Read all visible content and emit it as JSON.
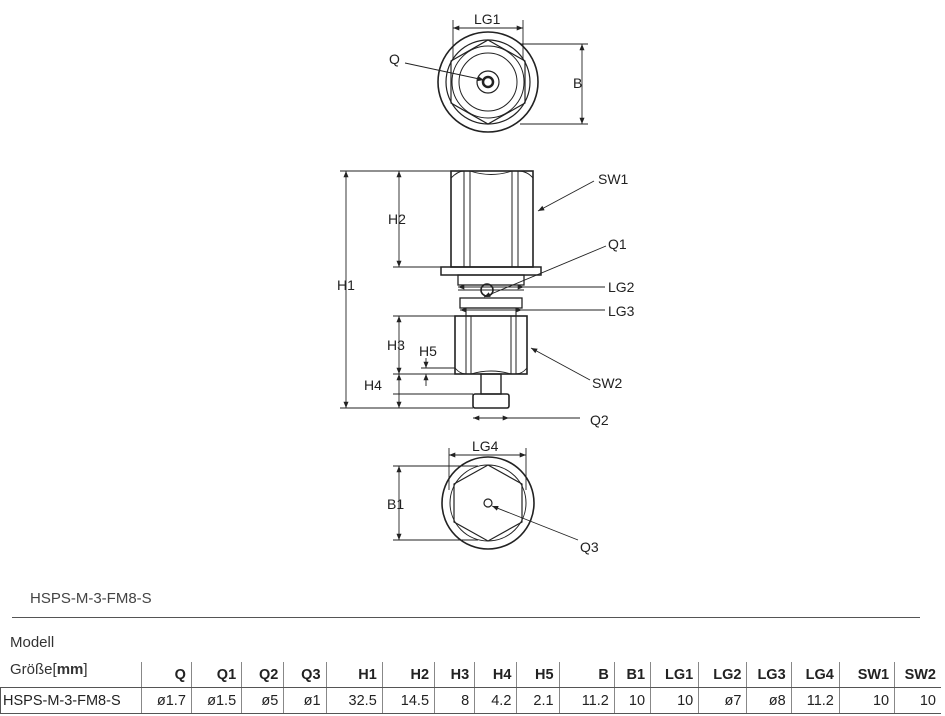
{
  "drawing": {
    "labels": {
      "lg1": "LG1",
      "q": "Q",
      "b": "B",
      "sw1": "SW1",
      "h2": "H2",
      "q1": "Q1",
      "h1": "H1",
      "lg2": "LG2",
      "lg3": "LG3",
      "h3": "H3",
      "h5": "H5",
      "sw2": "SW2",
      "h4": "H4",
      "q2": "Q2",
      "lg4": "LG4",
      "b1": "B1",
      "q3": "Q3"
    }
  },
  "model_caption": "HSPS-M-3-FM8-S",
  "table": {
    "header_modell": "Modell",
    "header_groesse_prefix": "Größe[",
    "header_groesse_unit": "mm",
    "header_groesse_suffix": "]",
    "columns": [
      "Q",
      "Q1",
      "Q2",
      "Q3",
      "H1",
      "H2",
      "H3",
      "H4",
      "H5",
      "B",
      "B1",
      "LG1",
      "LG2",
      "LG3",
      "LG4",
      "SW1",
      "SW2"
    ],
    "row": {
      "model": "HSPS-M-3-FM8-S",
      "values": [
        "ø1.7",
        "ø1.5",
        "ø5",
        "ø1",
        "32.5",
        "14.5",
        "8",
        "4.2",
        "2.1",
        "11.2",
        "10",
        "10",
        "ø7",
        "ø8",
        "11.2",
        "10",
        "10"
      ]
    }
  }
}
